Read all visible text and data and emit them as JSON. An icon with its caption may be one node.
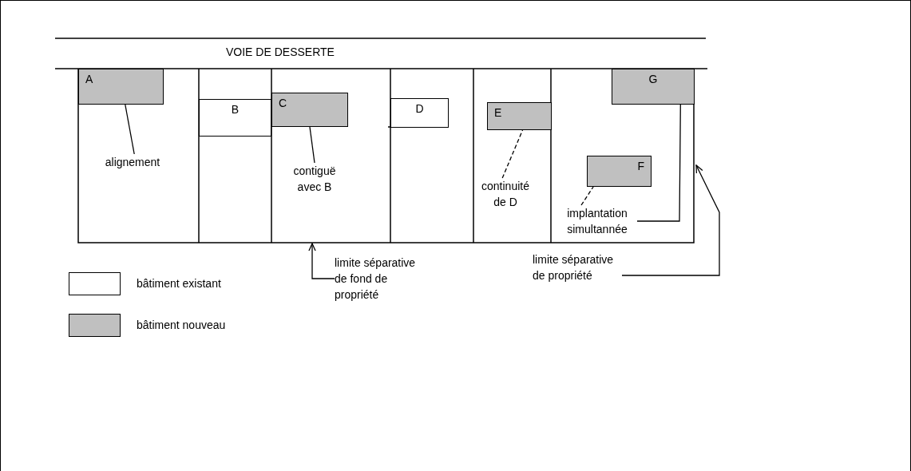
{
  "diagram": {
    "nodes": [
      {
        "text": [
          "A"
        ]
      },
      {
        "text": [
          "B"
        ]
      },
      {
        "text": [
          "C"
        ]
      },
      {
        "text": [
          "D"
        ]
      },
      {
        "text": [
          "E"
        ]
      },
      {
        "text": [
          "F"
        ]
      },
      {
        "text": [
          "G"
        ]
      },
      {
        "text": [
          "alignement"
        ]
      },
      {
        "text": [
          "contiguë avec B"
        ]
      },
      {
        "text": [
          "continuité de D"
        ]
      },
      {
        "text": [
          "implantation simultannée"
        ]
      },
      {
        "text": [
          "limite séparative de fond de propriété"
        ]
      },
      {
        "text": [
          "limite séparative de propriété"
        ]
      }
    ],
    "edges": [
      {
        "from": 7,
        "to": 0,
        "arrow": "none"
      },
      {
        "from": 8,
        "to": 2,
        "arrow": "none"
      },
      {
        "from": 9,
        "to": 4,
        "arrow": "none",
        "style": "dashed"
      },
      {
        "from": 10,
        "to": 5,
        "arrow": "none",
        "style": "dashed"
      },
      {
        "from": 10,
        "to": 6,
        "arrow": "none"
      },
      {
        "from": 11,
        "to": null,
        "arrow": "to"
      },
      {
        "from": 12,
        "to": null,
        "arrow": "to"
      }
    ],
    "labels": [
      "VOIE DE DESSERTE"
    ],
    "legend": [
      {
        "text": "bâtiment existant",
        "color": "#ffffff"
      },
      {
        "text": "bâtiment nouveau",
        "color": "#c0c0c0"
      }
    ]
  }
}
